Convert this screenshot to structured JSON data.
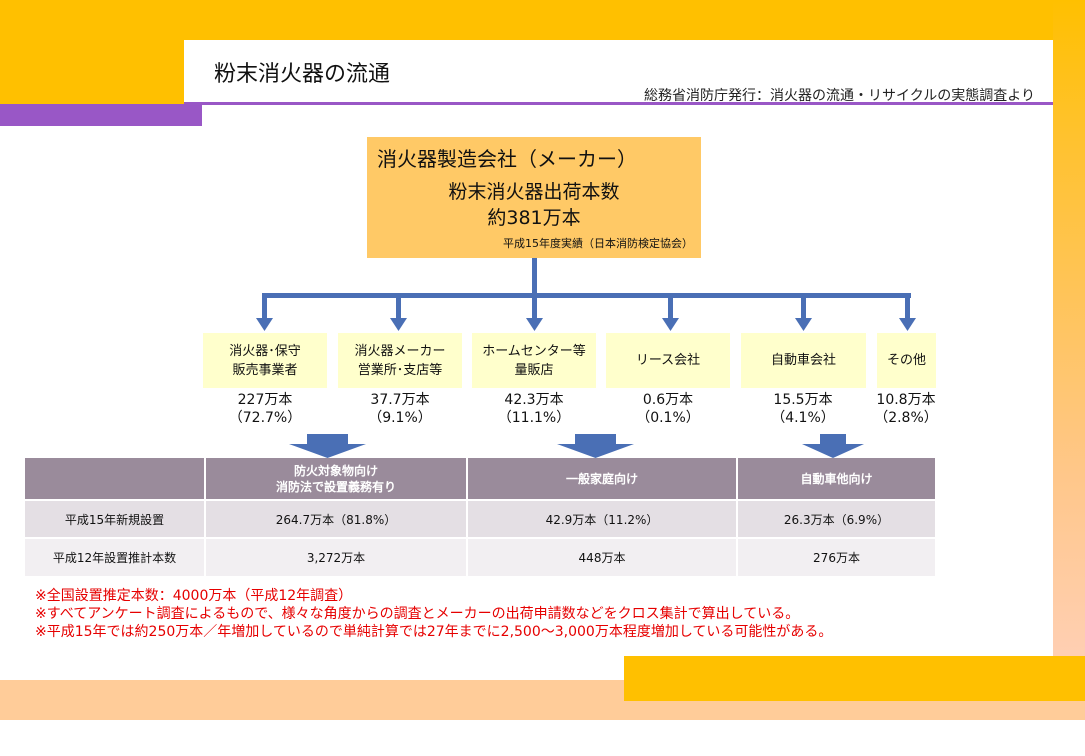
{
  "title": "粉末消火器の流通",
  "subtitle": "総務省消防庁発行：消火器の流通・リサイクルの実態調査より",
  "maker": {
    "name": "消火器製造会社（メーカー）",
    "subtitle": "粉末消火器出荷本数",
    "total": "約381万本",
    "note": "平成15年度実績（日本消防検定協会）"
  },
  "destinations": [
    {
      "line1": "消火器･保守",
      "line2": "販売事業者",
      "value": "227万本",
      "share": "（72.7%）"
    },
    {
      "line1": "消火器メーカー",
      "line2": "営業所･支店等",
      "value": "37.7万本",
      "share": "（9.1%）"
    },
    {
      "line1": "ホームセンター等",
      "line2": "量販店",
      "value": "42.3万本",
      "share": "（11.1%）"
    },
    {
      "line1": "リース会社",
      "line2": "",
      "value": "0.6万本",
      "share": "（0.1%）"
    },
    {
      "line1": "自動車会社",
      "line2": "",
      "value": "15.5万本",
      "share": "（4.1%）"
    },
    {
      "line1": "その他",
      "line2": "",
      "value": "10.8万本",
      "share": "（2.8%）"
    }
  ],
  "table": {
    "headers": [
      {
        "line1": "",
        "line2": ""
      },
      {
        "line1": "防火対象物向け",
        "line2": "消防法で設置義務有り"
      },
      {
        "line1": "一般家庭向け",
        "line2": ""
      },
      {
        "line1": "自動車他向け",
        "line2": ""
      }
    ],
    "rows": [
      [
        "平成15年新規設置",
        "264.7万本（81.8%）",
        "42.9万本（11.2%）",
        "26.3万本（6.9%）"
      ],
      [
        "平成12年設置推計本数",
        "3,272万本",
        "448万本",
        "276万本"
      ]
    ]
  },
  "notes": [
    "※全国設置推定本数：4000万本（平成12年調査）",
    "※すべてアンケート調査によるもので、様々な角度からの調査とメーカーの出荷申請数などをクロス集計で算出している。",
    "※平成15年では約250万本／年増加しているので単純計算では27年までに2,500～3,000万本程度増加している可能性がある。"
  ],
  "colors": {
    "accent_orange": "#ffc000",
    "accent_purple": "#9957c6",
    "maker_box": "#ffc966",
    "destination_box": "#ffffcc",
    "connector_blue": "#4a6fb5",
    "table_header": "#9a8b9b",
    "note_red": "#e60000"
  }
}
